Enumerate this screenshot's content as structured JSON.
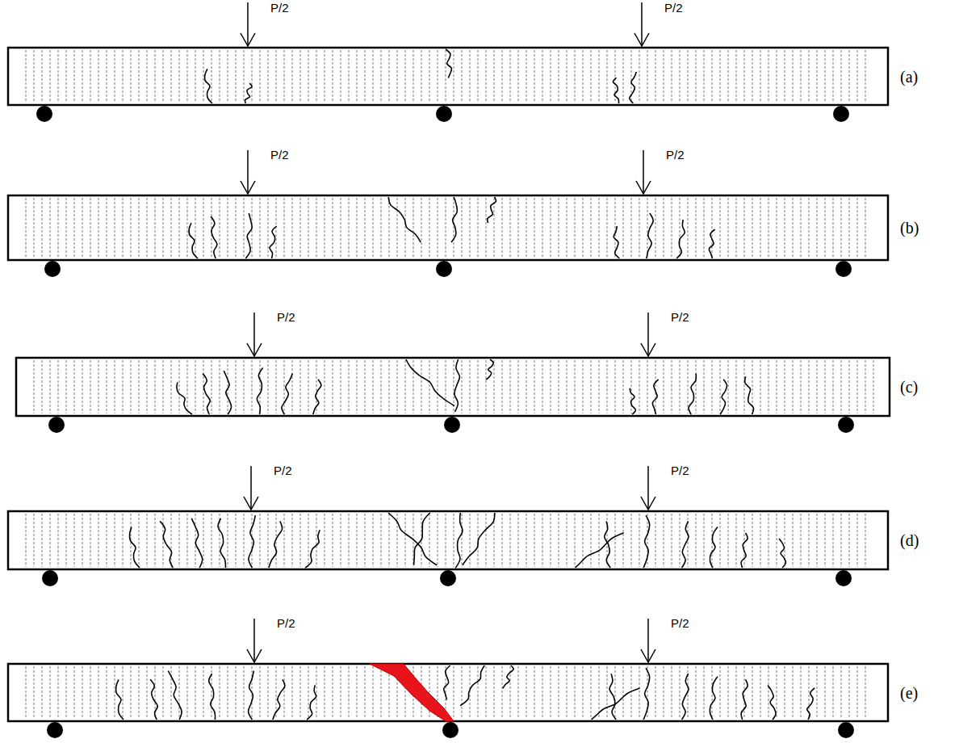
{
  "diagram": {
    "labels": [
      "P/2",
      "P/2",
      "(a)",
      "P/2",
      "P/2",
      "(b)",
      "P/2",
      "P/2",
      "(c)",
      "P/2",
      "P/2",
      "(d)",
      "P/2",
      "P/2",
      "(e)"
    ]
  }
}
